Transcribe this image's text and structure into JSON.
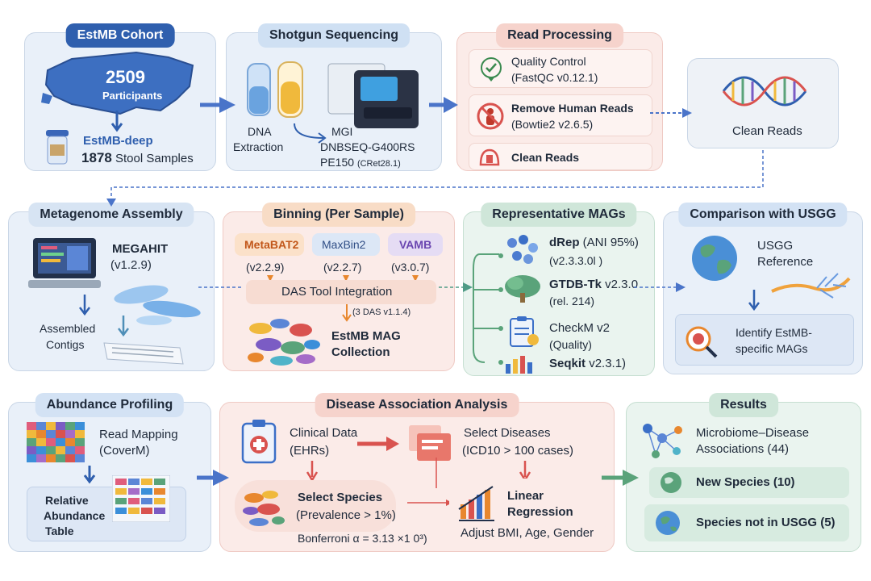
{
  "estmb": {
    "title": "EstMB Cohort",
    "participants_n": "2509",
    "participants_label": "Participants",
    "deep_label": "EstMB-deep",
    "samples_n": "1878",
    "samples_label": "Stool Samples"
  },
  "shotgun": {
    "title": "Shotgun Sequencing",
    "dna_1": "DNA",
    "dna_2": "Extraction",
    "mgi_1": "MGI",
    "mgi_2": "DNBSEQ-G400RS",
    "mgi_3a": "PE150",
    "mgi_3b": "(CRet28.1)"
  },
  "read_processing": {
    "title": "Read Processing",
    "qc_1": "Quality Control",
    "qc_2": "(FastQC v0.12.1)",
    "human_1": "Remove Human Reads",
    "human_2": "(Bowtie2 v2.6.5)",
    "clean": "Clean Reads"
  },
  "clean_reads": {
    "label": "Clean Reads"
  },
  "assembly": {
    "title": "Metagenome Assembly",
    "megahit_1": "MEGAHIT",
    "megahit_2": "(v1.2.9)",
    "contigs_1": "Assembled",
    "contigs_2": "Contigs"
  },
  "binning": {
    "title": "Binning (Per Sample)",
    "tool1": "MetaBAT2",
    "tool2": "MaxBin2",
    "tool3": "VAMB",
    "ver1": "(v2.2.9)",
    "ver2": "(v2.2.7)",
    "ver3": "(v3.0.7)",
    "das": "DAS Tool Integration",
    "das_ver": "(3 DAS v1.1.4)",
    "coll_1": "EstMB MAG",
    "coll_2": "Collection"
  },
  "rep": {
    "title": "Representative MAGs",
    "drep_1a": "dRep",
    "drep_1b": "(ANI 95%)",
    "drep_2": "(v2.3.3.0l )",
    "gtdb_1a": "GTDB-Tk",
    "gtdb_1b": "v2.3.0",
    "gtdb_2": "(rel. 214)",
    "checkm_1": "CheckM v2",
    "checkm_2": "(Quality)",
    "seqkit_a": "Seqkit",
    "seqkit_b": "v2.3.1)"
  },
  "usgg": {
    "title": "Comparison with USGG",
    "ref_1": "USGG",
    "ref_2": "Reference",
    "id_1": "Identify EstMB-",
    "id_2": "specific MAGs"
  },
  "abundance": {
    "title": "Abundance Profiling",
    "map_1": "Read Mapping",
    "map_2": "(CoverM)",
    "table_1": "Relative",
    "table_2": "Abundance",
    "table_3": "Table"
  },
  "disease": {
    "title": "Disease Association Analysis",
    "clin_1": "Clinical Data",
    "clin_2": "(EHRs)",
    "sel_dis_1": "Select Diseases",
    "sel_dis_2": "(ICD10 > 100 cases)",
    "sel_sp_1": "Select Species",
    "sel_sp_2": "(Prevalence > 1%)",
    "bonf": "Bonferroni α = 3.13 ×1 0³)",
    "lin_1": "Linear",
    "lin_2": "Regression",
    "adjust": "Adjust BMI, Age, Gender"
  },
  "results": {
    "title": "Results",
    "assoc_1": "Microbiome–Disease",
    "assoc_2": "Associations (44)",
    "new_species": "New Species (10)",
    "not_usgg": "Species not in USGG (5)"
  },
  "colors": {
    "accent_blue": "#2f5fae",
    "arrow_blue": "#4a74c9",
    "arrow_red": "#d9534f",
    "arrow_orange": "#e8872e",
    "arrow_green": "#5aa37a",
    "arrow_teal": "#4f9b86"
  }
}
